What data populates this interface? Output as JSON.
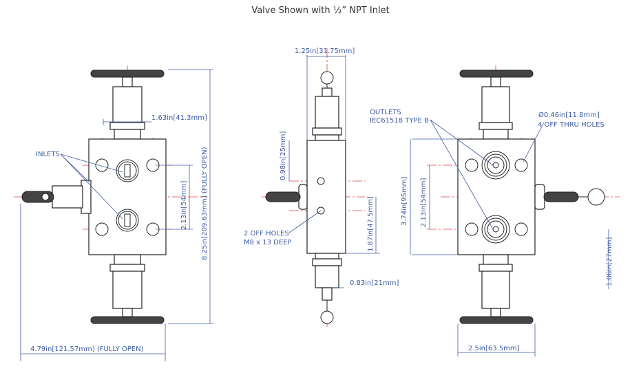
{
  "title": "Valve Shown with ½” NPT Inlet",
  "front_view": {
    "inlets_label": "INLETS",
    "dim_width_handle": "1.63in[41.3mm]",
    "dim_hole_spacing": "2.13in[54mm]",
    "dim_height_open": "8.25in[209.63mm] (FULLY OPEN)",
    "dim_width_open": "4.79in[121.57mm] (FULLY OPEN)"
  },
  "side_view": {
    "dim_top_width": "1.25in[31.75mm]",
    "dim_hole_offset": "0.98in[25mm]",
    "holes_label_line1": "2 OFF HOLES",
    "holes_label_line2": "M8 x 13 DEEP",
    "dim_lower": "1.87in[47.5mm]",
    "dim_bottom": "0.83in[21mm]"
  },
  "right_view": {
    "outlets_line1": "OUTLETS",
    "outlets_line2": "IEC61518 TYPE B",
    "dia_label": "Ø0.46in[11.8mm]",
    "thru_holes": "4 OFF THRU HOLES",
    "dim_body_height": "3.74in[95mm]",
    "dim_hole_spacing": "2.13in[54mm]",
    "dim_side": "1.06in[27mm]",
    "dim_width": "2.5in[63.5mm]"
  }
}
